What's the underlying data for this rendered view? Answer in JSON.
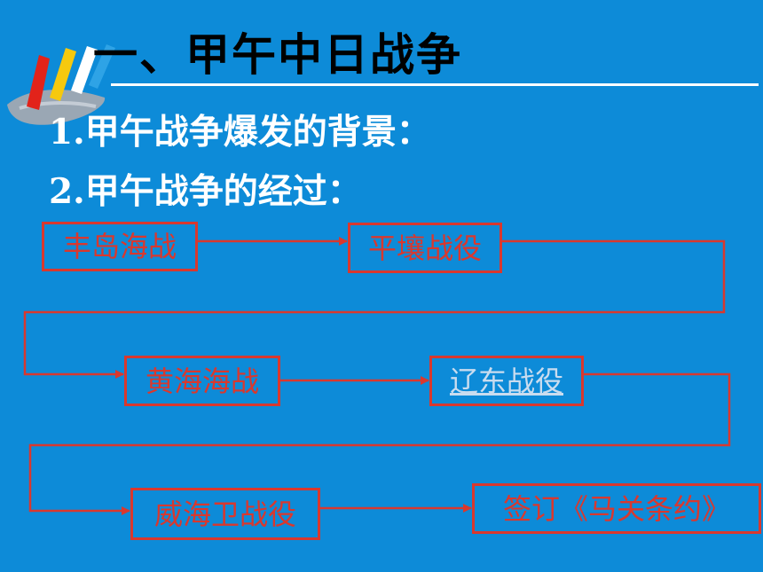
{
  "slide": {
    "title": "一、甲午中日战争",
    "point1": "1.甲午战争爆发的背景：",
    "point2": "2.甲午战争的经过："
  },
  "flow": {
    "steps": [
      "丰岛海战",
      "平壤战役",
      "黄海海战",
      "辽东战役",
      "威海卫战役",
      "签订《马关条约》"
    ]
  },
  "colors": {
    "background": "#0d8bd8",
    "box_border": "#d9382e",
    "box_text": "#d9382e",
    "link_text": "#c9dcef",
    "title_text": "#000000",
    "body_text": "#ffffff"
  },
  "icons": {
    "logo": "paint-brush-strokes-logo"
  }
}
